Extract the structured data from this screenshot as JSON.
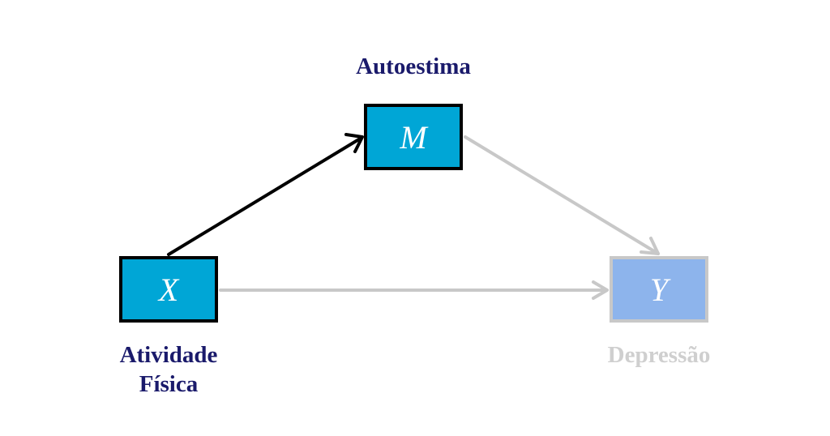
{
  "nodes": {
    "x": {
      "symbol": "X",
      "label_lines": [
        "Atividade",
        "Física"
      ]
    },
    "m": {
      "symbol": "M",
      "label": "Autoestima"
    },
    "y": {
      "symbol": "Y",
      "label": "Depressão"
    }
  },
  "edges": [
    {
      "from": "X",
      "to": "M",
      "highlighted": true
    },
    {
      "from": "M",
      "to": "Y",
      "highlighted": false
    },
    {
      "from": "X",
      "to": "Y",
      "highlighted": false
    }
  ],
  "colors": {
    "active_box": "#00a6d6",
    "inactive_box": "#8db4ec",
    "active_arrow": "#000000",
    "inactive_arrow": "#c8c8c8",
    "active_label": "#1a1a6b",
    "inactive_label": "#cfcfcf"
  }
}
